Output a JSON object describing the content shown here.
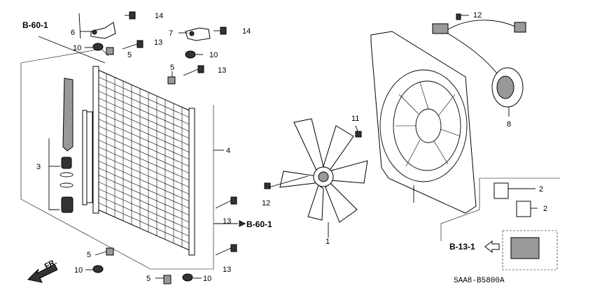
{
  "diagram": {
    "part_numbers": {
      "p1": "1",
      "p2a": "2",
      "p2b": "2",
      "p3": "3",
      "p4": "4",
      "p5a": "5",
      "p5b": "5",
      "p5c": "5",
      "p5d": "5",
      "p6": "6",
      "p7": "7",
      "p8": "8",
      "p10a": "10",
      "p10b": "10",
      "p10c": "10",
      "p10d": "10",
      "p11": "11",
      "p12a": "12",
      "p12b": "12",
      "p13a": "13",
      "p13b": "13",
      "p13c": "13",
      "p13d": "13",
      "p14a": "14",
      "p14b": "14"
    },
    "references": {
      "b60_top": "B-60-1",
      "b60_right": "B-60-1",
      "b13": "B-13-1"
    },
    "direction_label": "FR.",
    "drawing_code": "SAA8-B5800A"
  }
}
